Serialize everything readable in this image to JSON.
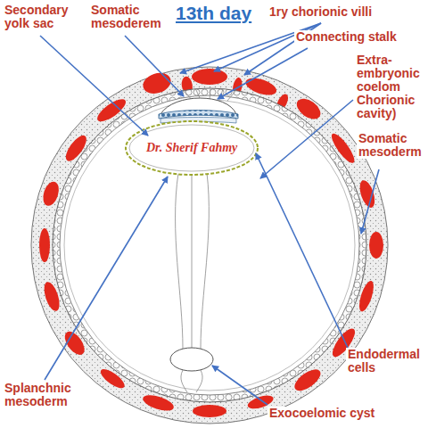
{
  "diagram": {
    "title": "13th day",
    "labels": [
      "Secondary yolk sac",
      "Somatic mesoderem",
      "1ry chorionic villi",
      "Connecting stalk",
      "Extra-embryonic coelom Chorionic cavity)",
      "Somatic mesoderm",
      "Dr. Sherif Fahmy",
      "Endodermal cells",
      "Splanchnic mesoderm",
      "Exocoelomic cyst"
    ]
  }
}
